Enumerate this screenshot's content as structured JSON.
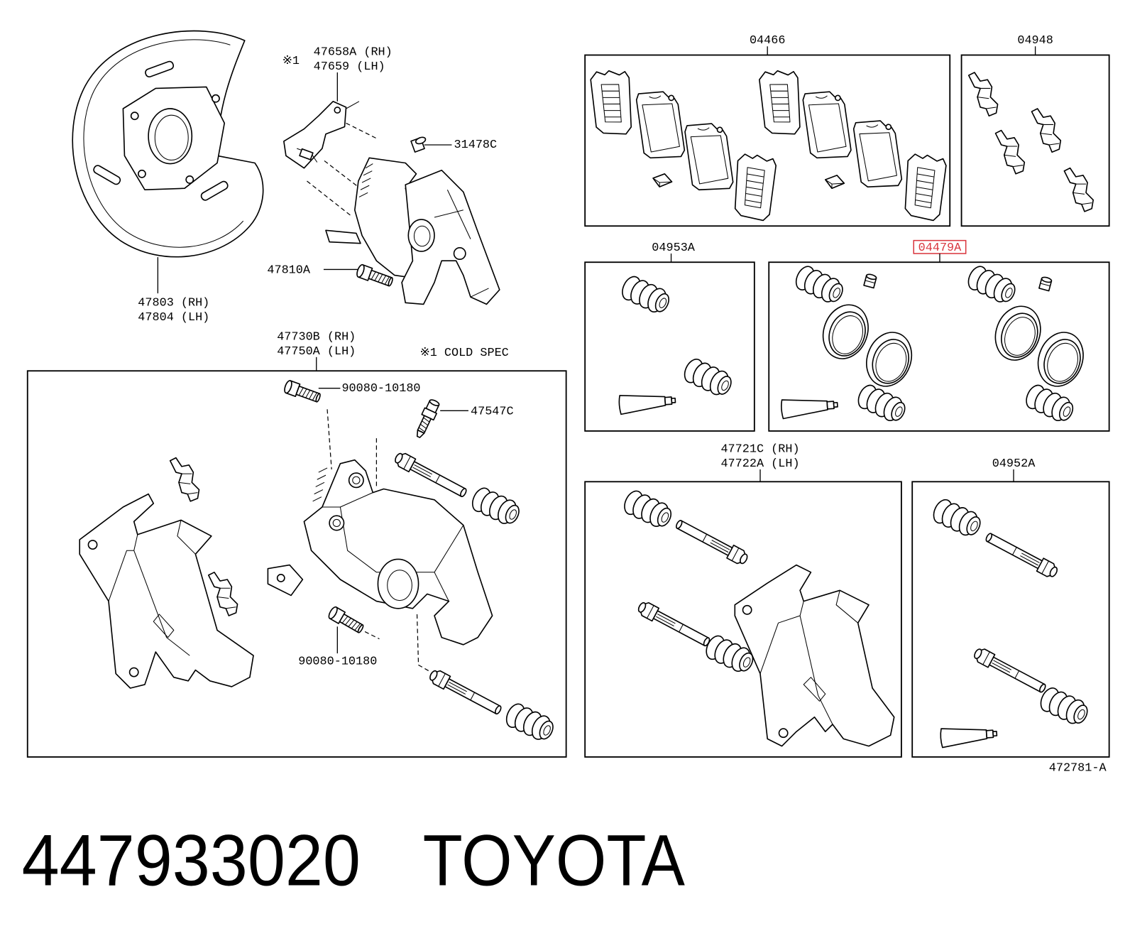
{
  "diagram": {
    "highlight_color": "#d9363e",
    "reference_code": "472781-A",
    "note_mark": "※1",
    "cold_spec": "※1 COLD SPEC",
    "dust_cover": {
      "rh": "47803 (RH)",
      "lh": "47804 (LH)"
    },
    "cover_plate": {
      "rh": "47658A (RH)",
      "lh": "47659  (LH)"
    },
    "plug": "31478C",
    "union_bolt": "47810A",
    "caliper": {
      "rh": "47730B (RH)",
      "lh": "47750A (LH)"
    },
    "bolt_upper": "90080-10180",
    "bleeder_plug": "47547C",
    "bolt_lower": "90080-10180",
    "pad_kit": "04466",
    "anti_squeal_kit": "04948",
    "boot_kit": "04953A",
    "cylinder_kit": "04479A",
    "mounting": {
      "rh": "47721C (RH)",
      "lh": "47722A (LH)"
    },
    "slide_pin_kit": "04952A"
  },
  "caption": {
    "part_number": "447933020",
    "brand": "TOYOTA"
  }
}
